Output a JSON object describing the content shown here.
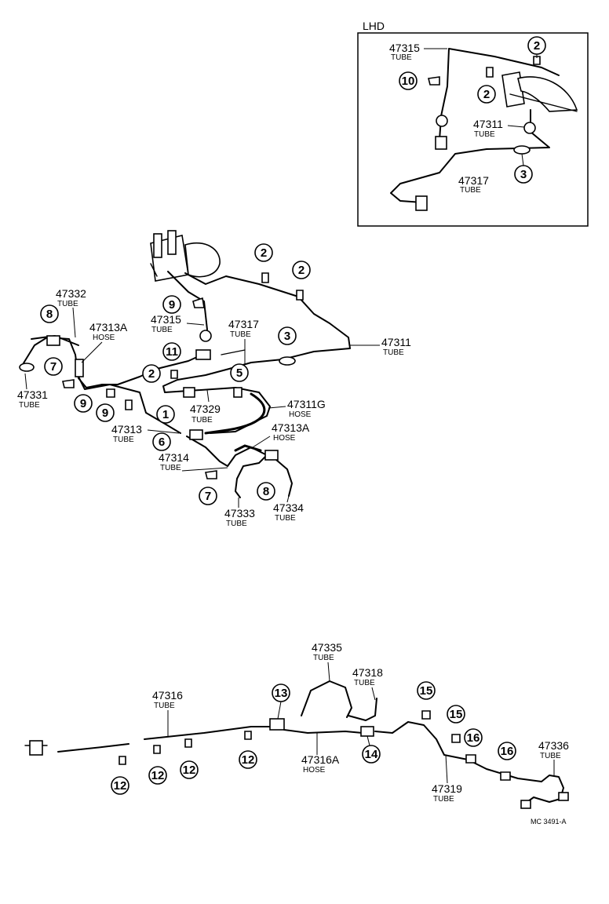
{
  "inset": {
    "title": "LHD"
  },
  "drawing_code": "MC 3491-A",
  "callouts": {
    "c1": "1",
    "c2": "2",
    "c3": "3",
    "c5": "5",
    "c6": "6",
    "c7": "7",
    "c8": "8",
    "c9": "9",
    "c10": "10",
    "c11": "11",
    "c12": "12",
    "c13": "13",
    "c14": "14",
    "c15": "15",
    "c16": "16"
  },
  "types": {
    "tube": "TUBE",
    "hose": "HOSE"
  },
  "parts": {
    "p47315": "47315",
    "p47311": "47311",
    "p47317": "47317",
    "p47332": "47332",
    "p47313A": "47313A",
    "p47331": "47331",
    "p47313": "47313",
    "p47329": "47329",
    "p47311G": "47311G",
    "p47314": "47314",
    "p47333": "47333",
    "p47334": "47334",
    "p47335": "47335",
    "p47318": "47318",
    "p47316": "47316",
    "p47316A": "47316A",
    "p47319": "47319",
    "p47336": "47336"
  }
}
